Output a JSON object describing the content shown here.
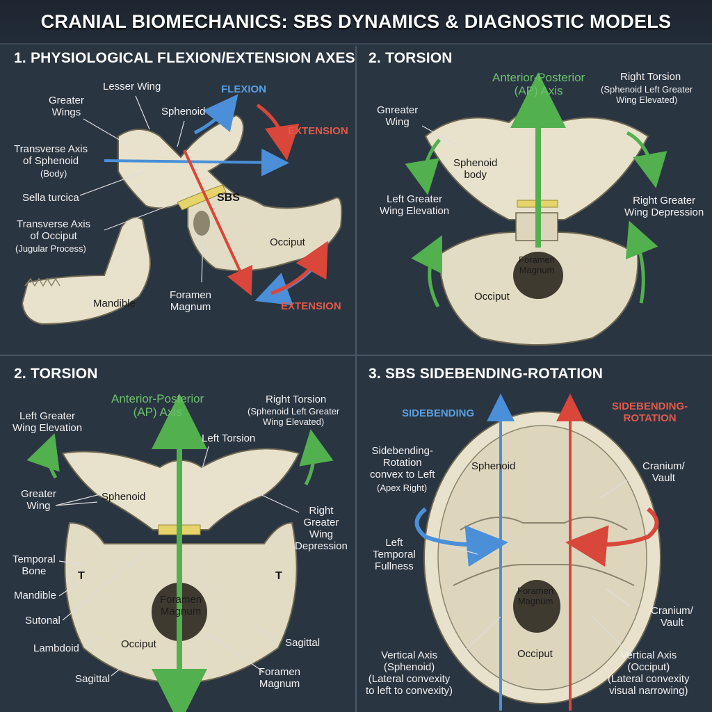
{
  "title": "CRANIAL BIOMECHANICS: SBS DYNAMICS & DIAGNOSTIC MODELS",
  "panel1": {
    "title": "1. PHYSIOLOGICAL FLEXION/EXTENSION AXES",
    "labels": {
      "lesser_wing": "Lesser Wing",
      "greater_wings": "Greater\nWings",
      "sphenoid": "Sphenoid",
      "flexion": "FLEXION",
      "extension_top": "EXTENSION",
      "transverse_sphenoid": "Transverse Axis\nof Sphenoid",
      "transverse_sphenoid_sub": "(Body)",
      "sella_turcica": "Sella turcica",
      "sbs": "SBS",
      "transverse_occiput": "Transverse Axis\nof Occiput",
      "transverse_occiput_sub": "(Jugular Process)",
      "occiput": "Occiput",
      "mandible": "Mandible",
      "foramen_magnum": "Foramen\nMagnum",
      "extension_bottom": "EXTENSION"
    }
  },
  "panel2": {
    "title": "2. TORSION",
    "labels": {
      "ap_axis": "Anterior-Posterior\n(AP) Axis",
      "right_torsion": "Right Torsion",
      "right_torsion_sub": "(Sphenoid Left Greater\nWing Elevated)",
      "greater_wing": "Gnreater\nWing",
      "sphenoid_body": "Sphenoid\nbody",
      "left_elevation": "Left Greater\nWing Elevation",
      "right_depression": "Right Greater\nWing Depression",
      "foramen_magnum": "Foramen\nMagnum",
      "occiput": "Occiput"
    }
  },
  "panel3": {
    "title": "2. TORSION",
    "labels": {
      "ap_axis": "Anterior-Posterior\n(AP) Axis",
      "right_torsion": "Right Torsion",
      "right_torsion_sub": "(Sphenoid Left Greater\nWing Elevated)",
      "left_elevation": "Left Greater\nWing Elevation",
      "left_torsion": "Left Torsion",
      "greater_wing": "Greater\nWing",
      "sphenoid": "Sphenoid",
      "right_depression": "Right\nGreater\nWing\nDepression",
      "temporal_bone": "Temporal\nBone",
      "t_left": "T",
      "t_right": "T",
      "mandible": "Mandible",
      "sutonal": "Sutonal",
      "foramen_magnum_center": "Foramen\nMagnum",
      "lambdoid": "Lambdoid",
      "occiput": "Occiput",
      "sagittal_right": "Sagittal",
      "sagittal_bottom": "Sagittal",
      "foramen_magnum_bottom": "Foramen\nMagnum"
    }
  },
  "panel4": {
    "title": "3. SBS SIDEBENDING-ROTATION",
    "labels": {
      "sidebending": "SIDEBENDING",
      "sidebending_rotation": "SIDEBENDING-\nROTATION",
      "sb_convex": "Sidebending-\nRotation\nconvex to Left",
      "sb_convex_sub": "(Apex Right)",
      "sphenoid": "Sphenoid",
      "cranium_top": "Cranium/\nVault",
      "left_temporal": "Left\nTemporal\nFullness",
      "foramen_magnum": "Foramen\nMagnum",
      "cranium_bottom": "Cranium/\nVault",
      "occiput": "Occiput",
      "vertical_sphenoid": "Vertical Axis\n(Sphenoid)\n(Lateral convexity\nto left to convexity)",
      "vertical_occiput": "Vertical Axis\n(Occiput)\n(Lateral convexity\nvisual narrowing)"
    }
  },
  "colors": {
    "bone": "#e8e2cc",
    "bone_shadow": "#b9b29a",
    "flexion_blue": "#4a8fd8",
    "extension_red": "#d9463a",
    "axis_green": "#52b04e",
    "sbs_yellow": "#e6d36a"
  }
}
